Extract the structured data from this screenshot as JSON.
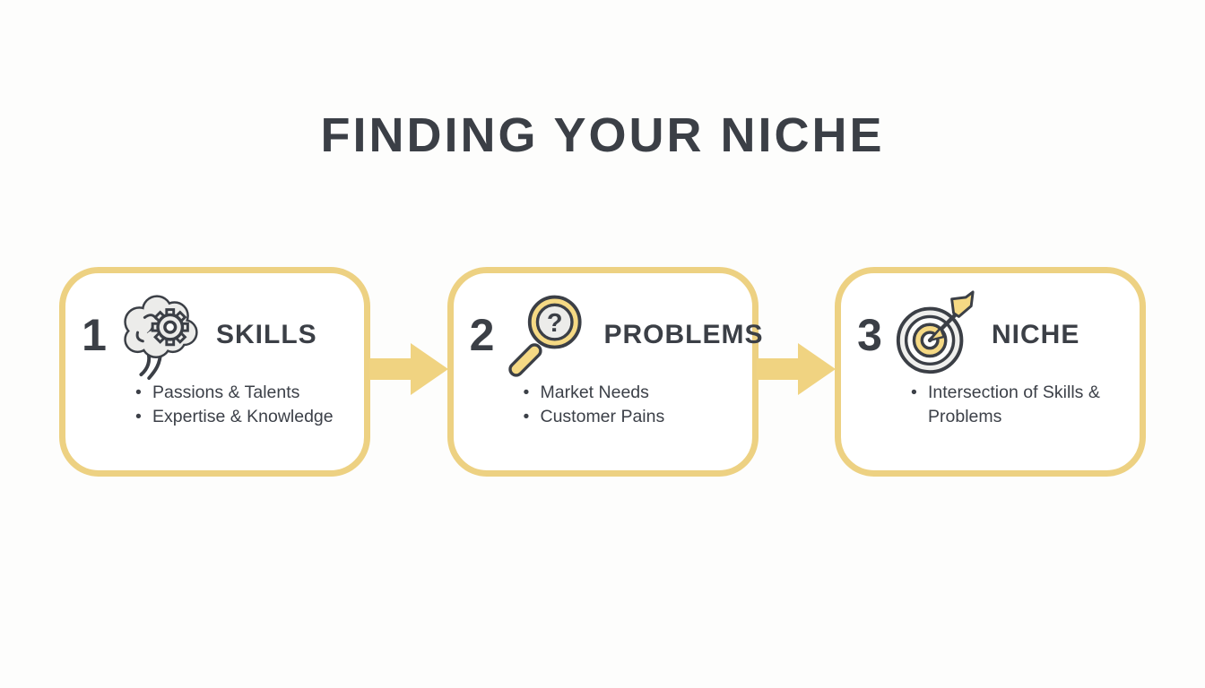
{
  "title": "FINDING YOUR NICHE",
  "colors": {
    "accent_border": "#EDD182",
    "arrow": "#F0D381",
    "text_dark": "#3B3F46",
    "icon_gray": "#ECECEA",
    "icon_yellow": "#F5D984",
    "background": "#FDFDFC"
  },
  "steps": [
    {
      "number": "1",
      "icon": "brain-gear-icon",
      "heading": "SKILLS",
      "bullets": [
        "Passions & Talents",
        "Expertise & Knowledge"
      ]
    },
    {
      "number": "2",
      "icon": "magnifier-question-icon",
      "icon_glyph": "?",
      "heading": "PROBLEMS",
      "bullets": [
        "Market Needs",
        "Customer Pains"
      ]
    },
    {
      "number": "3",
      "icon": "target-arrow-icon",
      "heading": "NICHE",
      "bullets": [
        "Intersection of Skills & Problems"
      ]
    }
  ]
}
